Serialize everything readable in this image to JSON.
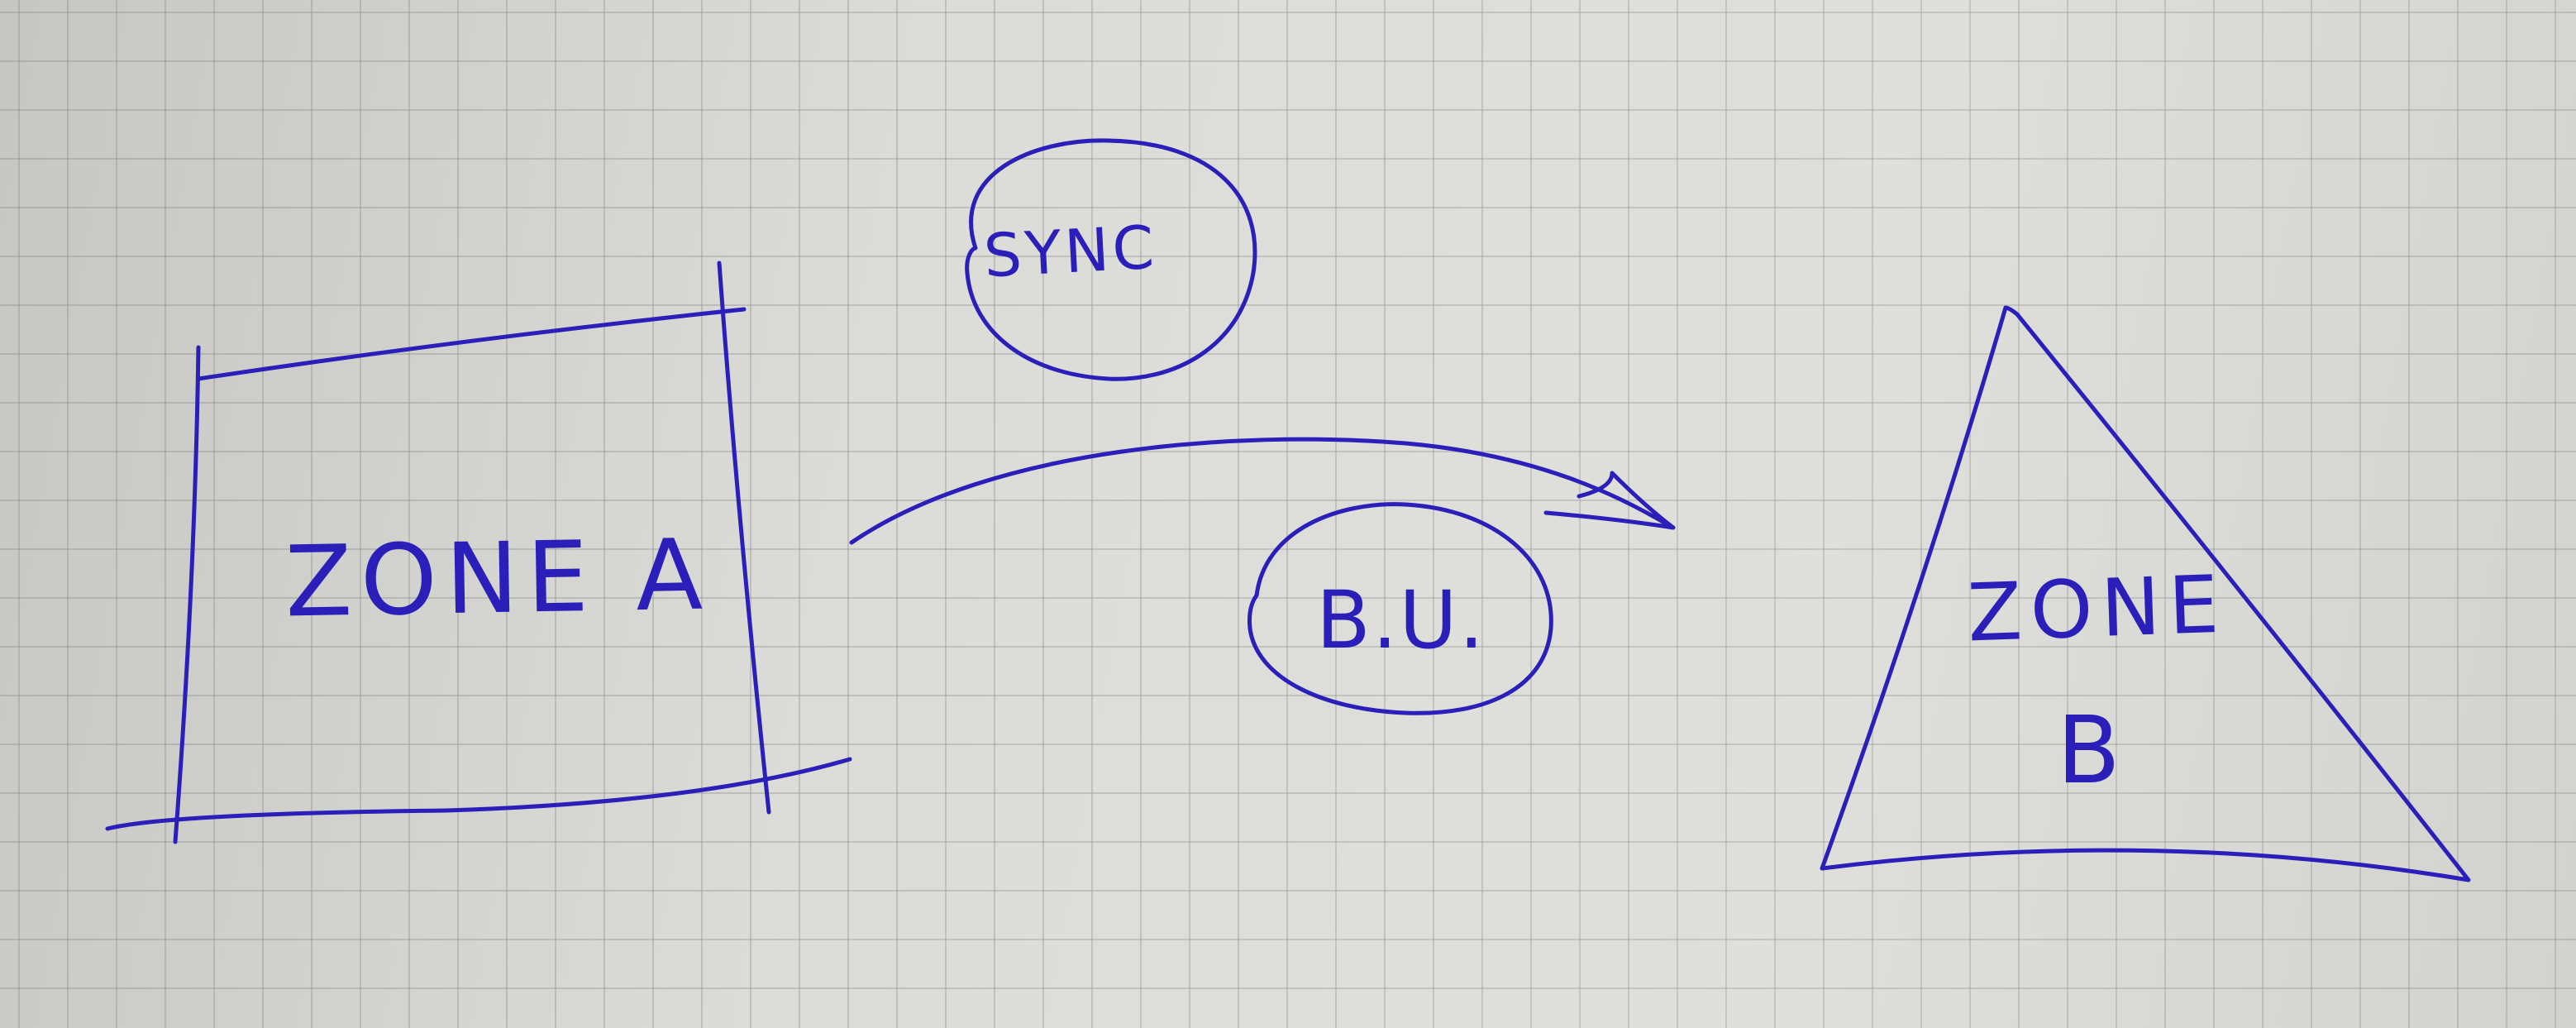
{
  "diagram": {
    "nodes": [
      {
        "id": "zone-a",
        "shape": "rectangle",
        "label": "ZONE A"
      },
      {
        "id": "sync",
        "shape": "circle",
        "label": "SYNC"
      },
      {
        "id": "bu",
        "shape": "circle",
        "label": "B.U."
      },
      {
        "id": "zone-b",
        "shape": "triangle",
        "label_line1": "ZONE",
        "label_line2": "B"
      }
    ],
    "edges": [
      {
        "from": "zone-a",
        "to": "zone-b",
        "labels": [
          "SYNC",
          "B.U."
        ]
      }
    ],
    "ink_color": "#2a1fb8",
    "paper": "grid"
  }
}
